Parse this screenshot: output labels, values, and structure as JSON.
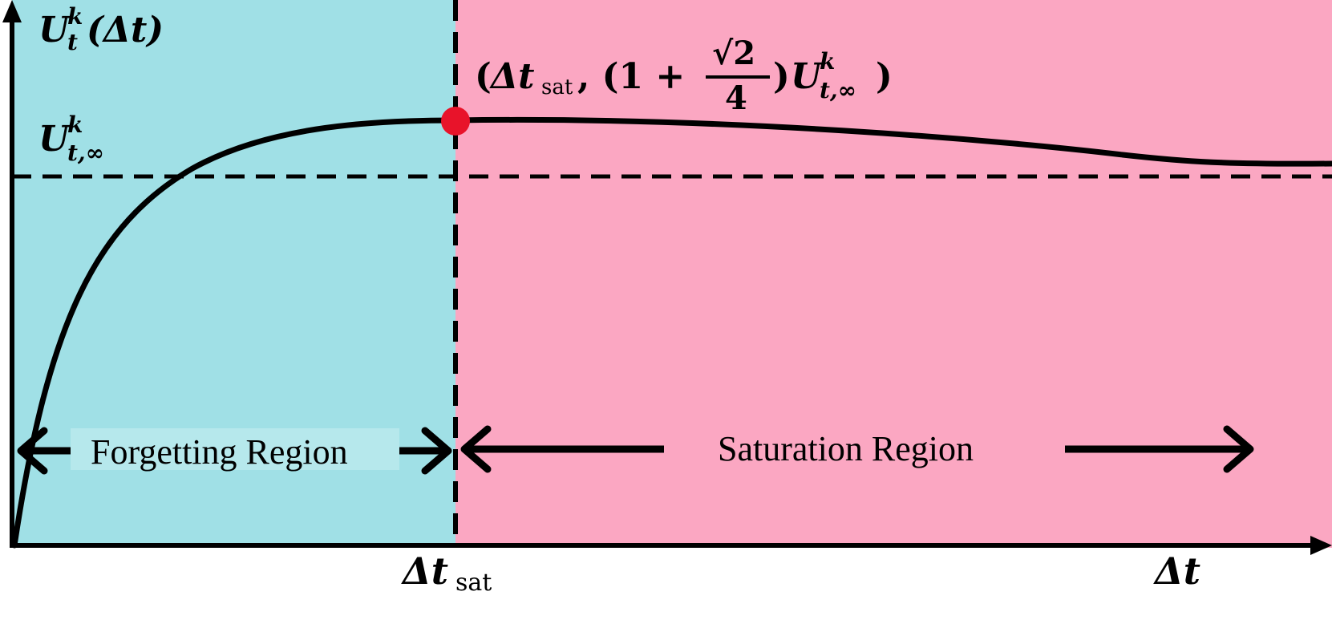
{
  "colors": {
    "forgetting_fill": "#a0e0e6",
    "saturation_fill": "#fba7c2",
    "curve": "#000000",
    "marker": "#e8132a",
    "label_box": "#b6e8ec"
  },
  "axes": {
    "y_label": {
      "main": "U",
      "sup": "k",
      "sub": "t",
      "arg": "(Δt)"
    },
    "x_label": "Δt"
  },
  "asymptote_label": {
    "main": "U",
    "sup": "k",
    "sub": "t,∞"
  },
  "saturation_tick": {
    "main": "Δt",
    "sub": "sat"
  },
  "peak_point": {
    "open": "(",
    "delta_t": "Δt",
    "sub": "sat",
    "comma": ", (1 +",
    "numerator": "√2",
    "denominator": "4",
    "close_paren": ")",
    "main": "U",
    "sup": "k",
    "sub2": "t,∞",
    "final": ")"
  },
  "regions": {
    "forgetting": "Forgetting Region",
    "saturation": "Saturation Region"
  }
}
